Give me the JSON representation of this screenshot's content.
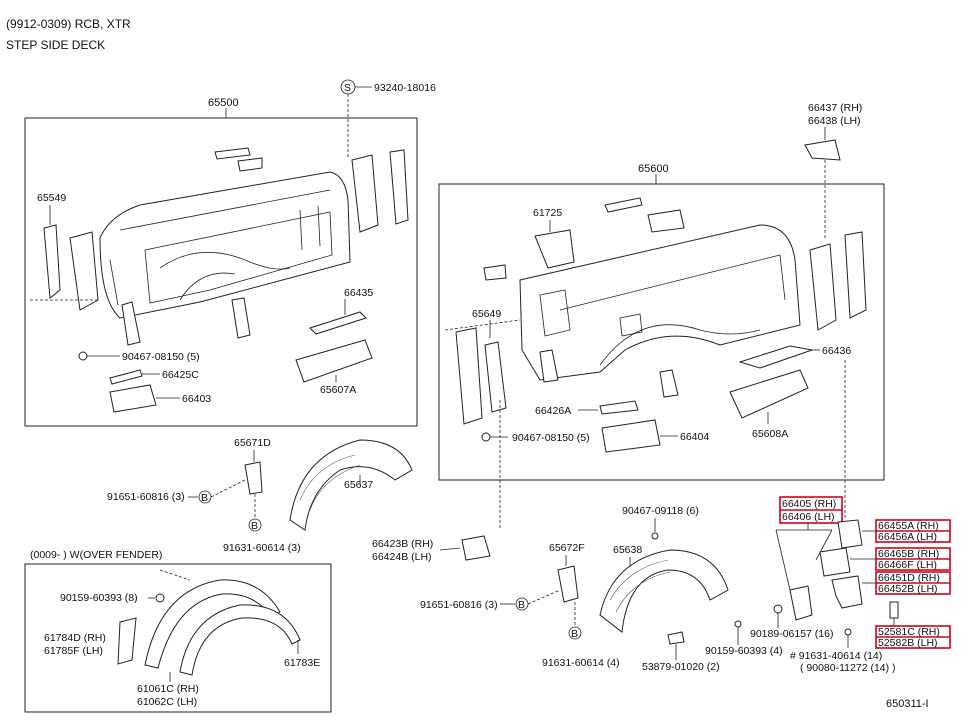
{
  "header": {
    "line1": "(9912-0309) RCB, XTR",
    "line2": "STEP SIDE DECK"
  },
  "labels": {
    "p65500": "65500",
    "p93240": "93240-18016",
    "s_symbol": "S",
    "b_symbol": "B",
    "p65549": "65549",
    "p90467a": "90467-08150 (5)",
    "p66425c": "66425C",
    "p66403": "66403",
    "p66435": "66435",
    "p65607a": "65607A",
    "p66437": "66437 (RH)",
    "p66438": "66438 (LH)",
    "p65600": "65600",
    "p61725": "61725",
    "p65649": "65649",
    "p66436": "66436",
    "p66426a": "66426A",
    "p90467b": "90467-08150 (5)",
    "p66404": "66404",
    "p65608a": "65608A",
    "p65671d": "65671D",
    "p91651a": "91651-60816 (3)",
    "p91631a": "91631-60614 (3)",
    "p65637": "65637",
    "p0009": "(0009-    ) W(OVER FENDER)",
    "p90159a": "90159-60393 (8)",
    "p61784d": "61784D (RH)",
    "p61785f": "61785F (LH)",
    "p61783e": "61783E",
    "p61060c": "61061C (RH)",
    "p61062c": "61062C (LH)",
    "p66423b": "66423B (RH)",
    "p66424b": "66424B (LH)",
    "p90467c": "90467-09118 (6)",
    "p65672f": "65672F",
    "p65638": "65638",
    "p91651b": "91651-60816 (3)",
    "p91631b": "91631-60614 (4)",
    "p53879": "53879-01020 (2)",
    "p90159b": "90159-60393 (4)",
    "p90189": "90189-06157 (16)",
    "p91631c": "# 91631-40614 (14)",
    "p90080": "( 90080-11272 (14) )",
    "p650311": "650311-I"
  },
  "highlighted_parts": {
    "h1a": "66405 (RH)",
    "h1b": "66406 (LH)",
    "h2a": "66455A (RH)",
    "h2b": "66456A (LH)",
    "h3a": "66465B (RH)",
    "h3b": "66466F (LH)",
    "h4a": "66451D (RH)",
    "h4b": "66452B (LH)",
    "h5a": "52581C (RH)",
    "h5b": "52582B (LH)"
  },
  "colors": {
    "highlight": "#d0021b",
    "line": "#222222"
  }
}
